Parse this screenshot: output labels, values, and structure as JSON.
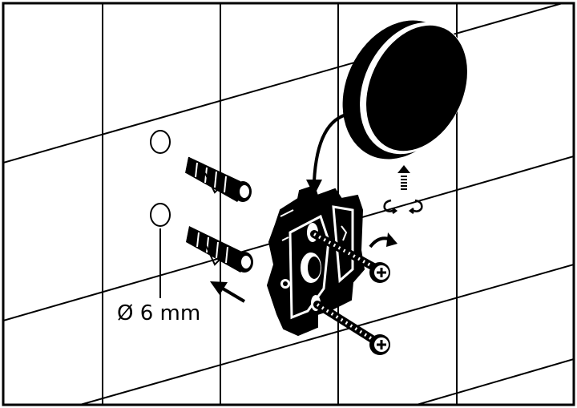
{
  "annotation": {
    "drill_diameter": "Ø 6 mm"
  },
  "colors": {
    "ink": "#000000",
    "paper": "#ffffff"
  },
  "icons": [
    "wall-tile-grid",
    "drill-hole",
    "wall-plug",
    "mounting-bracket",
    "screw",
    "round-cover-cap",
    "rotate-arrow",
    "insert-arrow",
    "grub-screw"
  ]
}
